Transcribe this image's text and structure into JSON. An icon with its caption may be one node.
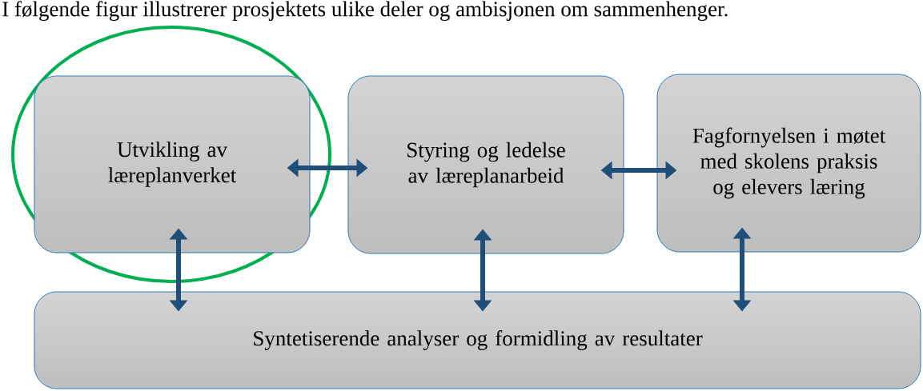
{
  "diagram": {
    "nodes": [
      {
        "text": [
          "Utvikling av læreplanverket"
        ]
      },
      {
        "text": [
          "Styring og ledelse av læreplanarbeid"
        ]
      },
      {
        "text": [
          "Fagfornyelsen i møtet med skolens praksis og elevers læring"
        ]
      },
      {
        "text": [
          "Syntetiserende analyser og formidling av resultater"
        ]
      }
    ],
    "edges": [
      {
        "from": 0,
        "to": 1,
        "arrow": "both"
      },
      {
        "from": 1,
        "to": 2,
        "arrow": "both"
      },
      {
        "from": 0,
        "to": 3,
        "arrow": "both"
      },
      {
        "from": 1,
        "to": 3,
        "arrow": "both"
      },
      {
        "from": 2,
        "to": 3,
        "arrow": "both"
      }
    ],
    "labels": [
      "I følgende figur illustrerer prosjektets ulike deler og ambisjonen om sammenhenger."
    ]
  }
}
